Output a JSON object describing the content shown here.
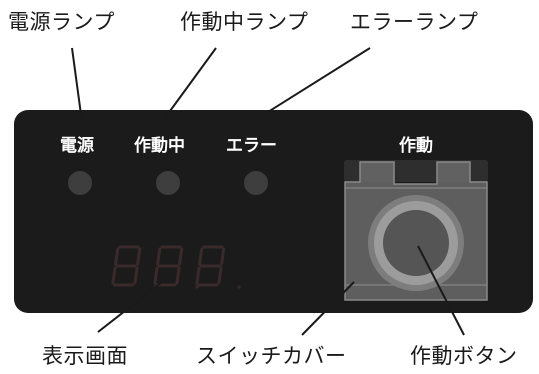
{
  "callouts": {
    "power_lamp": "電源ランプ",
    "running_lamp": "作動中ランプ",
    "error_lamp": "エラーランプ",
    "display": "表示画面",
    "switch_cover": "スイッチカバー",
    "run_button": "作動ボタン"
  },
  "panel": {
    "power_label": "電源",
    "running_label": "作動中",
    "error_label": "エラー",
    "run_label": "作動",
    "display_value": "888",
    "colors": {
      "panel": "#1b1b1b",
      "lamp_off": "#3e3e3e",
      "segment_off": "#3a2a2a",
      "cover": "#6e6e6e",
      "button_ring": "#8a8a8a",
      "button": "#555555"
    }
  }
}
